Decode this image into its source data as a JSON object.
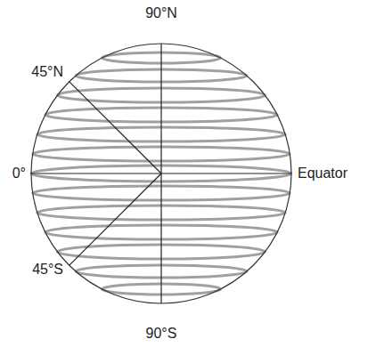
{
  "diagram": {
    "labels": [
      "90°N",
      "45°N",
      "0°",
      "Equator",
      "45°S",
      "90°S"
    ]
  }
}
